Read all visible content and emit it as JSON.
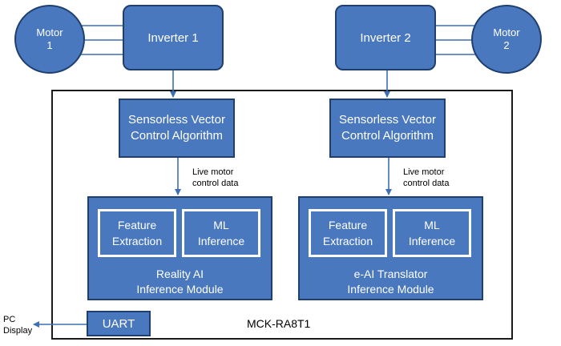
{
  "motors": {
    "motor1": {
      "line1": "Motor",
      "line2": "1"
    },
    "motor2": {
      "line1": "Motor",
      "line2": "2"
    }
  },
  "inverters": {
    "inverter1": "Inverter 1",
    "inverter2": "Inverter 2"
  },
  "algorithm": {
    "left": {
      "line1": "Sensorless Vector",
      "line2": "Control Algorithm"
    },
    "right": {
      "line1": "Sensorless Vector",
      "line2": "Control Algorithm"
    }
  },
  "live_data": {
    "left": {
      "line1": "Live motor",
      "line2": "control data"
    },
    "right": {
      "line1": "Live motor",
      "line2": "control data"
    }
  },
  "modules": {
    "left": {
      "feature": {
        "line1": "Feature",
        "line2": "Extraction"
      },
      "ml": {
        "line1": "ML",
        "line2": "Inference"
      },
      "title": {
        "line1": "Reality AI",
        "line2": "Inference Module"
      }
    },
    "right": {
      "feature": {
        "line1": "Feature",
        "line2": "Extraction"
      },
      "ml": {
        "line1": "ML",
        "line2": "Inference"
      },
      "title": {
        "line1": "e-AI Translator",
        "line2": "Inference Module"
      }
    }
  },
  "uart": "UART",
  "pc_display": {
    "line1": "PC",
    "line2": "Display"
  },
  "board": "MCK-RA8T1",
  "colors": {
    "block_fill": "#4a78be",
    "block_border": "#1f3f6f",
    "connector": "#3e6fb3",
    "board_border": "#1a1a1a"
  }
}
